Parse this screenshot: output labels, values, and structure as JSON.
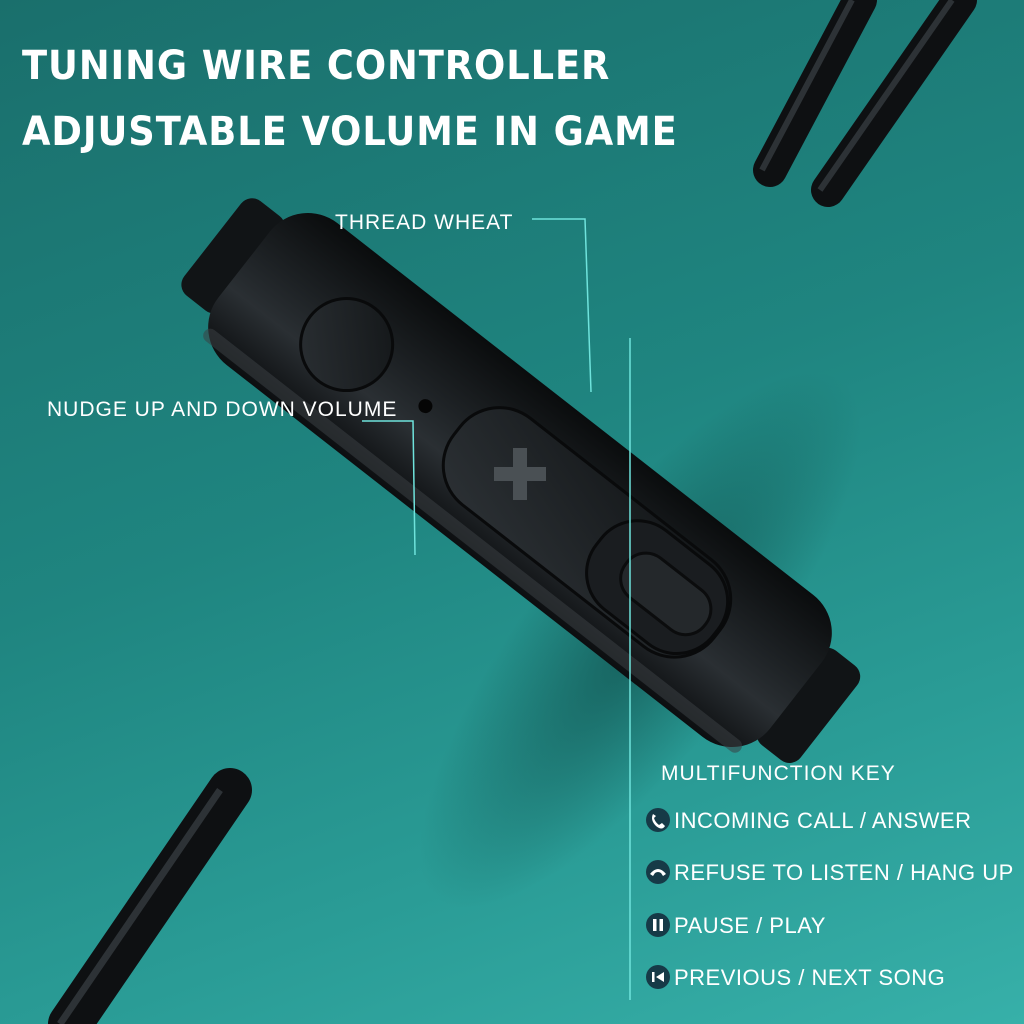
{
  "headline": {
    "line1": "TUNING WIRE CONTROLLER",
    "line2": "ADJUSTABLE VOLUME IN GAME"
  },
  "callouts": {
    "thread_wheat": "THREAD WHEAT",
    "nudge_volume": "NUDGE UP AND DOWN VOLUME",
    "multifunction_key": "MULTIFUNCTION KEY"
  },
  "functions": [
    {
      "icon": "phone-icon",
      "label": "INCOMING CALL / ANSWER"
    },
    {
      "icon": "hang-up-icon",
      "label": "REFUSE TO LISTEN / HANG UP"
    },
    {
      "icon": "pause-icon",
      "label": "PAUSE / PLAY"
    },
    {
      "icon": "previous-track-icon",
      "label": "PREVIOUS / NEXT SONG"
    }
  ],
  "colors": {
    "background": "#1f8580",
    "controller_body": "#1e2226",
    "leader_lines": "#6fe3dc",
    "icon_circle": "#163a47",
    "text": "#ffffff"
  }
}
